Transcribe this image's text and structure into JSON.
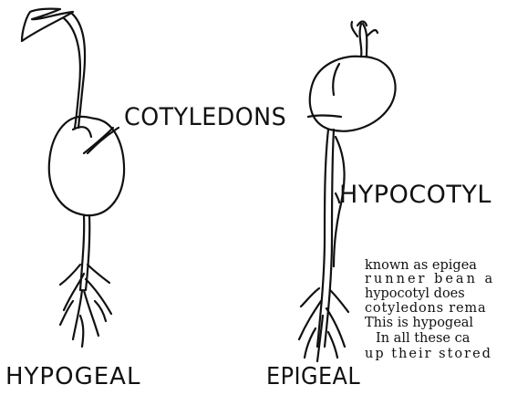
{
  "labels": {
    "cotyledons": "COTYLEDONS",
    "hypocotyl": "HYPOCOTYL",
    "hypogeal": "HYPOGEAL",
    "epigeal": "EPIGEAL"
  },
  "text_fragment": [
    "known as epigea",
    "runner bean a",
    "hypocotyl does",
    "cotyledons rema",
    "This is hypogeal",
    "In all these ca",
    "up their stored"
  ]
}
